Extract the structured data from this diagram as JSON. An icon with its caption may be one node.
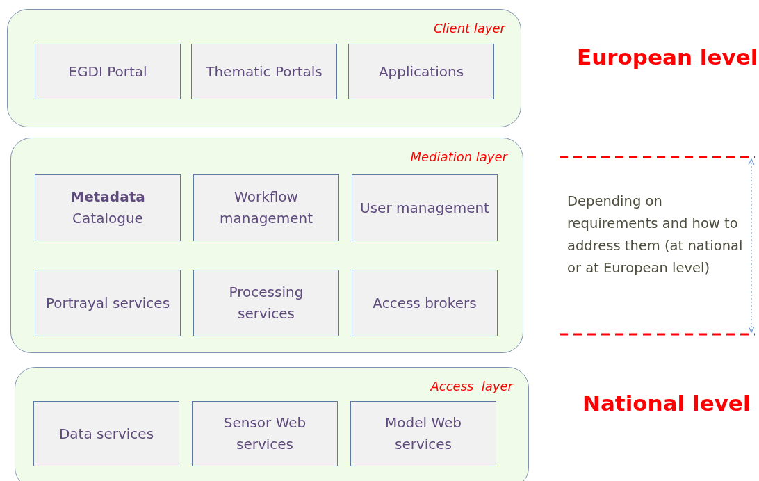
{
  "diagram": {
    "nodes": [
      {
        "text": [
          "Client layer"
        ]
      },
      {
        "text": [
          "EGDI Portal"
        ],
        "in": 0
      },
      {
        "text": [
          "Thematic Portals"
        ],
        "in": 0
      },
      {
        "text": [
          "Applications"
        ],
        "in": 0
      },
      {
        "text": [
          "Mediation layer"
        ]
      },
      {
        "text": [
          "Metadata",
          "Catalogue"
        ],
        "in": 4
      },
      {
        "text": [
          "Workflow management"
        ],
        "in": 4
      },
      {
        "text": [
          "User management"
        ],
        "in": 4
      },
      {
        "text": [
          "Portrayal services"
        ],
        "in": 4
      },
      {
        "text": [
          "Processing services"
        ],
        "in": 4
      },
      {
        "text": [
          "Access brokers"
        ],
        "in": 4
      },
      {
        "text": [
          "Access  layer"
        ]
      },
      {
        "text": [
          "Data services"
        ],
        "in": 11
      },
      {
        "text": [
          "Sensor Web services"
        ],
        "in": 11
      },
      {
        "text": [
          "Model Web services"
        ],
        "in": 11
      }
    ],
    "labels": [
      "European level",
      "Depending on requirements and how to address them (at national or at European level)",
      "National level"
    ]
  }
}
